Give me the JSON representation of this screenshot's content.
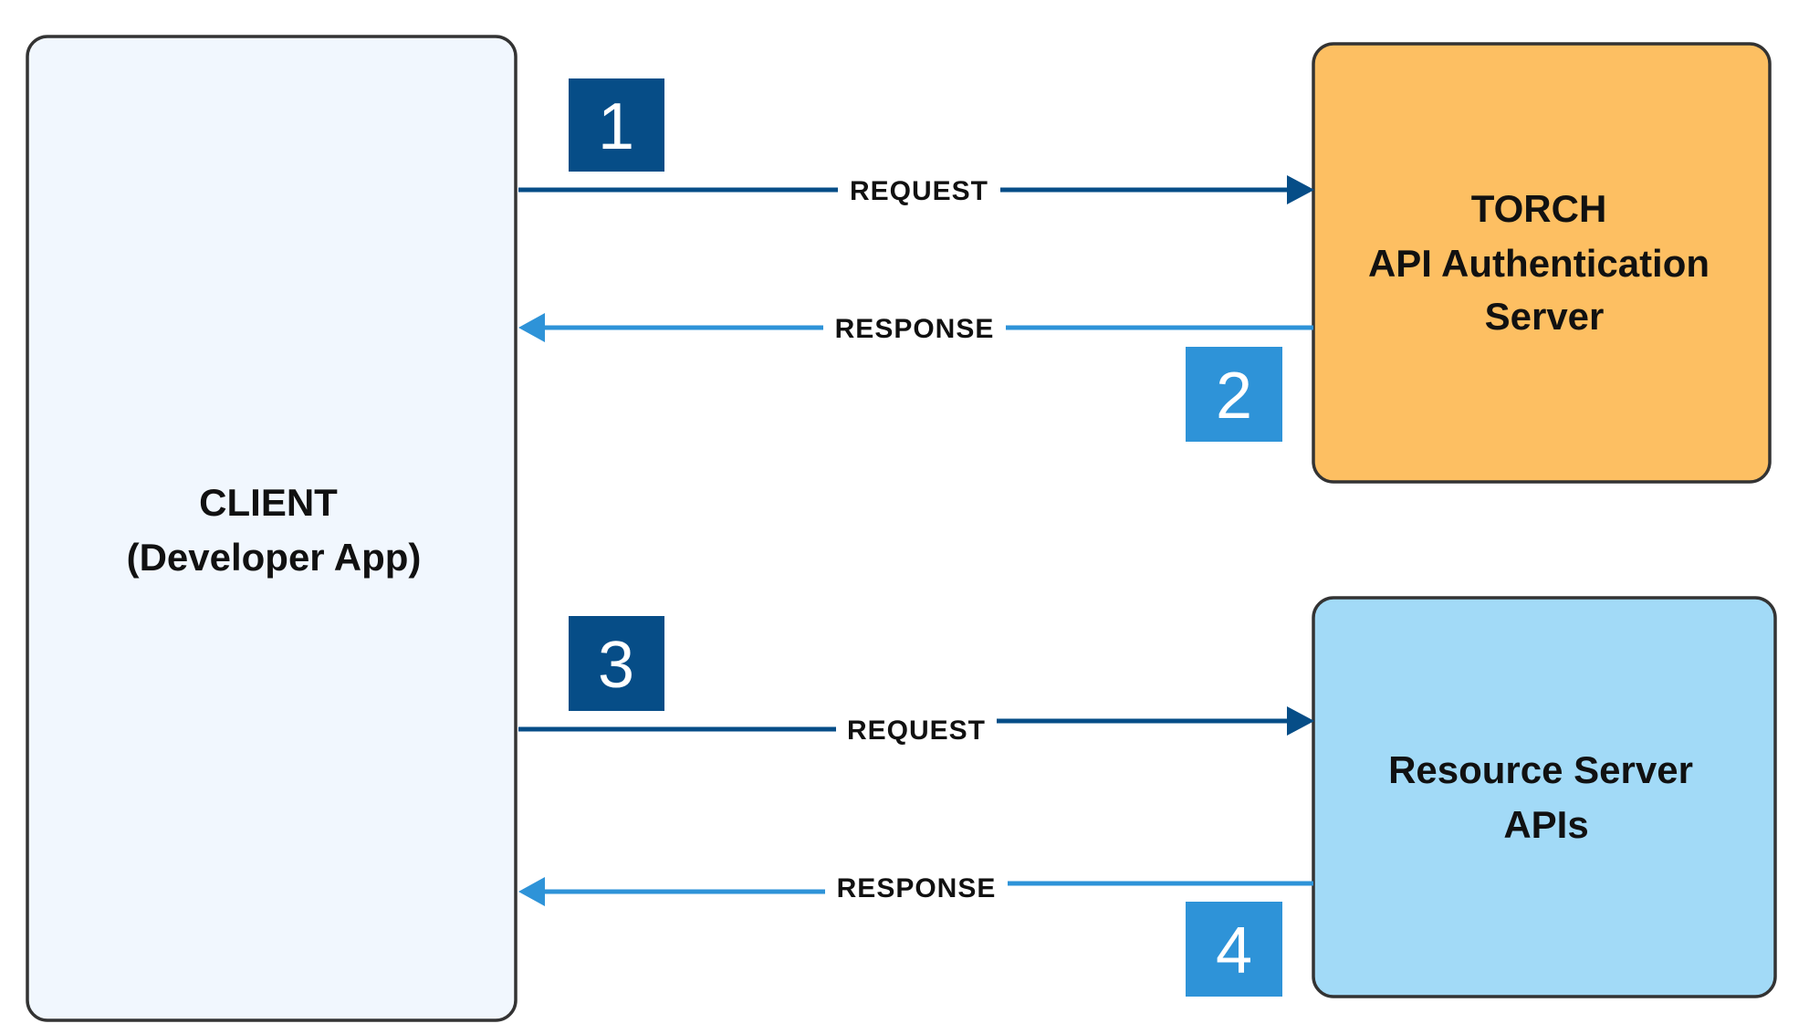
{
  "nodes": {
    "client": {
      "line1": "CLIENT",
      "line2": "(Developer App)",
      "fill": "#F1F7FE"
    },
    "auth_server": {
      "line1": "TORCH",
      "line2": "API Authentication",
      "line3": "Server",
      "fill": "#FDBF62"
    },
    "resource_server": {
      "line1": "Resource Server",
      "line2": "APIs",
      "fill": "#A2DAF7"
    }
  },
  "edges": [
    {
      "step": "1",
      "label": "REQUEST",
      "from": "client",
      "to": "auth_server",
      "color": "#064D87"
    },
    {
      "step": "2",
      "label": "RESPONSE",
      "from": "auth_server",
      "to": "client",
      "color": "#2E93D8"
    },
    {
      "step": "3",
      "label": "REQUEST",
      "from": "client",
      "to": "resource_server",
      "color": "#064D87"
    },
    {
      "step": "4",
      "label": "RESPONSE",
      "from": "resource_server",
      "to": "client",
      "color": "#2E93D8"
    }
  ],
  "colors": {
    "border": "#333333",
    "request": "#064D87",
    "response": "#2E93D8",
    "badge_dark": "#064D87",
    "badge_light": "#2E93D8"
  }
}
